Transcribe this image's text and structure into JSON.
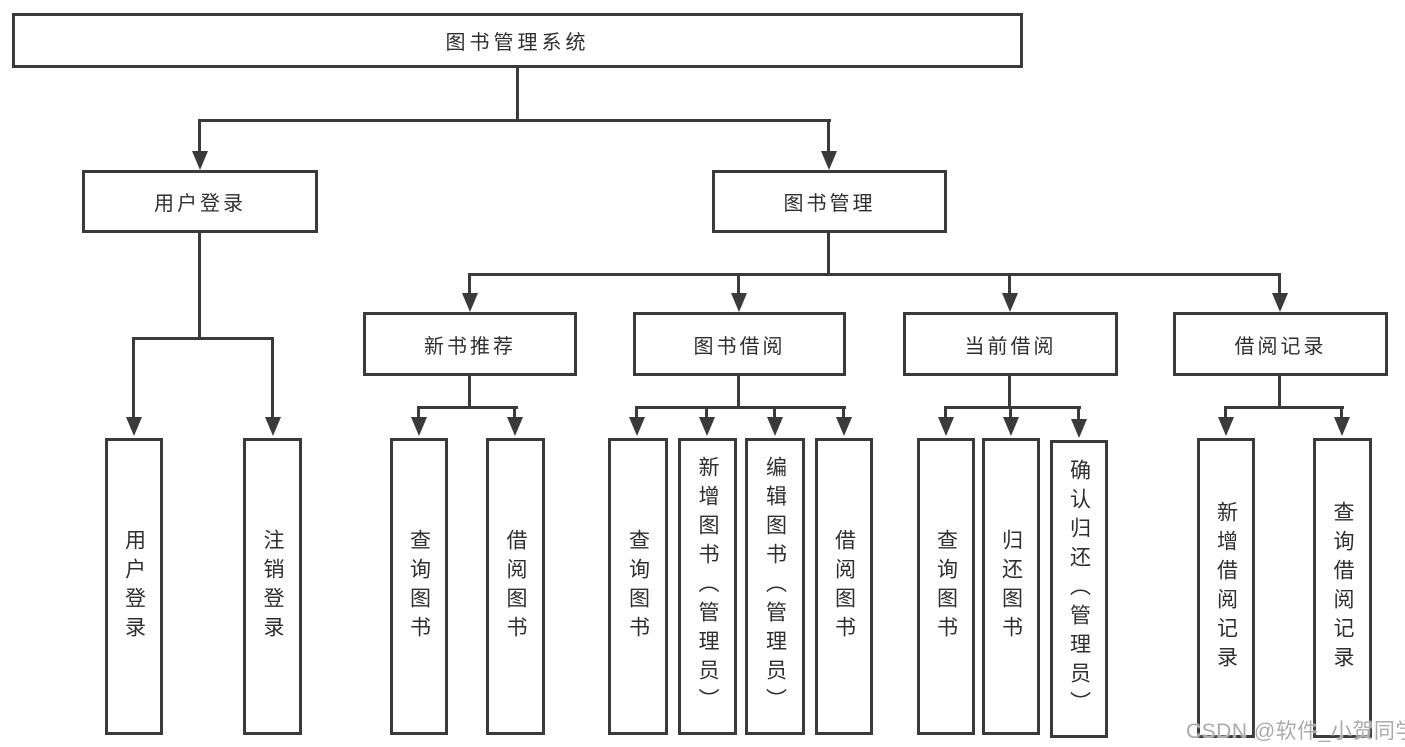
{
  "diagram": {
    "type": "hierarchy-tree",
    "root": {
      "label": "图书管理系统"
    },
    "level2": [
      {
        "id": "user-login",
        "label": "用户登录"
      },
      {
        "id": "book-management",
        "label": "图书管理"
      }
    ],
    "level3": [
      {
        "id": "new-book-recommend",
        "label": "新书推荐",
        "parent": "book-management"
      },
      {
        "id": "book-borrowing",
        "label": "图书借阅",
        "parent": "book-management"
      },
      {
        "id": "current-borrowing",
        "label": "当前借阅",
        "parent": "book-management"
      },
      {
        "id": "borrowing-records",
        "label": "借阅记录",
        "parent": "book-management"
      }
    ],
    "leaves": {
      "user_login": [
        "用户登录",
        "注销登录"
      ],
      "new_book_recommend": [
        "查询图书",
        "借阅图书"
      ],
      "book_borrowing": [
        "查询图书",
        "新增图书（管理员）",
        "编辑图书（管理员）",
        "借阅图书"
      ],
      "current_borrowing": [
        "查询图书",
        "归还图书",
        "确认归还（管理员）"
      ],
      "borrowing_records": [
        "新增借阅记录",
        "查询借阅记录"
      ]
    }
  },
  "watermark": "CSDN @软件_小贺同学",
  "colors": {
    "line": "#3a3a3a",
    "text": "#2f2f2f",
    "box_fill": "#ffffff",
    "background": "#ffffff",
    "watermark": "#ababab"
  }
}
